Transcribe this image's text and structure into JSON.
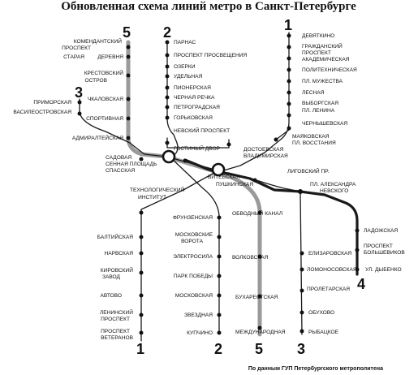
{
  "title": "Обновленная схема линий метро в Санкт-Петербурге",
  "footer": "По данным ГУП Петербургского метрополитена",
  "line_numbers": {
    "n1": "1",
    "n2": "2",
    "n3": "3",
    "n4": "4",
    "n5": "5"
  },
  "stations": {
    "komendantskiy": "КОМЕНДАНТСКИЙ",
    "prospekt": "ПРОСПЕКТ",
    "staraya": "СТАРАЯ",
    "derevnya": "ДЕРЕВНЯ",
    "krestovskiy": "КРЕСТОВСКИЙ",
    "ostrov": "ОСТРОВ",
    "chkalovskaya": "ЧКАЛОВСКАЯ",
    "sportivnaya": "СПОРТИВНАЯ",
    "admiralteyskaya": "АДМИРАЛТЕЙСКАЯ",
    "primorskaya": "ПРИМОРСКАЯ",
    "vasileostrovskaya": "ВАСИЛЕОСТРОВСКАЯ",
    "parnas": "ПАРНАС",
    "prosveshcheniya": "ПРОСПЕКТ ПРОСВЕЩЕНИЯ",
    "ozerki": "ОЗЕРКИ",
    "udelnaya": "УДЕЛЬНАЯ",
    "pionerskaya": "ПИОНЕРСКАЯ",
    "chernaya": "ЧЕРНАЯ РЕЧКА",
    "petrogradskaya": "ПЕТРОГРАДСКАЯ",
    "gorkovskaya": "ГОРЬКОВСКАЯ",
    "nevskiy": "НЕВСКИЙ ПРОСПЕКТ",
    "gostiny": "ГОСТИНЫЙ ДВОР",
    "devyatkino": "ДЕВЯТКИНО",
    "grazhdanskiy": "ГРАЖДАНСКИЙ",
    "akademicheskaya": "АКАДЕМИЧЕСКАЯ",
    "politekhnicheskaya": "ПОЛИТЕХНИЧЕСКАЯ",
    "muzhestva": "ПЛ. МУЖЕСТВА",
    "lesnaya": "ЛЕСНАЯ",
    "vyborgskaya": "ВЫБОРГСКАЯ",
    "lenina": "ПЛ. ЛЕНИНА",
    "chernyshevskaya": "ЧЕРНЫШЕВСКАЯ",
    "mayakovskaya": "МАЯКОВСКАЯ",
    "vosstaniya": "ПЛ. ВОССТАНИЯ",
    "dostoevskaya": "ДОСТОЕВСКАЯ",
    "vladimirskaya": "ВЛАДИМИРСКАЯ",
    "ligovskiy": "ЛИГОВСКИЙ ПР.",
    "sadovaya": "САДОВАЯ",
    "sennaya": "СЕННАЯ ПЛОЩАДЬ",
    "spasskaya": "СПАССКАЯ",
    "vitebskaya": "ВИТЕБСКАЯ",
    "pushkinskaya": "ПУШКИНСКАЯ",
    "aleksandra1": "ПЛ. АЛЕКСАНДРА",
    "aleksandra2": "НЕВСКОГО",
    "tekhnologicheskiy1": "ТЕХНОЛОГИЧЕСКИЙ",
    "tekhnologicheskiy2": "ИНСТИТУТ",
    "frunzenskaya": "ФРУНЗЕНСКАЯ",
    "moskovskie1": "МОСКОВСКИЕ",
    "moskovskie2": "ВОРОТА",
    "elektrosila": "ЭЛЕКТРОСИЛА",
    "park_pobedy": "ПАРК ПОБЕДЫ",
    "moskovskaya": "МОСКОВСКАЯ",
    "zvezdnaya": "ЗВЕЗДНАЯ",
    "kupchino": "КУПЧИНО",
    "obvodny": "ОБВОДНЫЙ КАНАЛ",
    "volkovskaya": "ВОЛКОВСКАЯ",
    "bukharestskaya": "БУХАРЕСТСКАЯ",
    "mezhdunarodnaya": "МЕЖДУНАРОДНАЯ",
    "baltiyskaya": "БАЛТИЙСКАЯ",
    "narvskaya": "НАРВСКАЯ",
    "kirovskiy1": "КИРОВСКИЙ",
    "kirovskiy2": "ЗАВОД",
    "avtovo": "АВТОВО",
    "leninskiy1": "ЛЕНИНСКИЙ",
    "leninskiy2": "ПРОСПЕКТ",
    "veteranov1": "ПРОСПЕКТ",
    "veteranov2": "ВЕТЕРАНОВ",
    "elizarovskaya": "ЕЛИЗАРОВСКАЯ",
    "lomonosovskaya": "ЛОМОНОСОВСКАЯ",
    "proletarskaya": "ПРОЛЕТАРСКАЯ",
    "obukhovo": "ОБУХОВО",
    "rybatskoe": "РЫБАЦКОЕ",
    "ladozhskaya": "ЛАДОЖСКАЯ",
    "bolshevikov1": "ПРОСПЕКТ",
    "bolshevikov2": "БОЛЬШЕВИКОВ",
    "dybenko": "УЛ. ДЫБЕНКО"
  }
}
